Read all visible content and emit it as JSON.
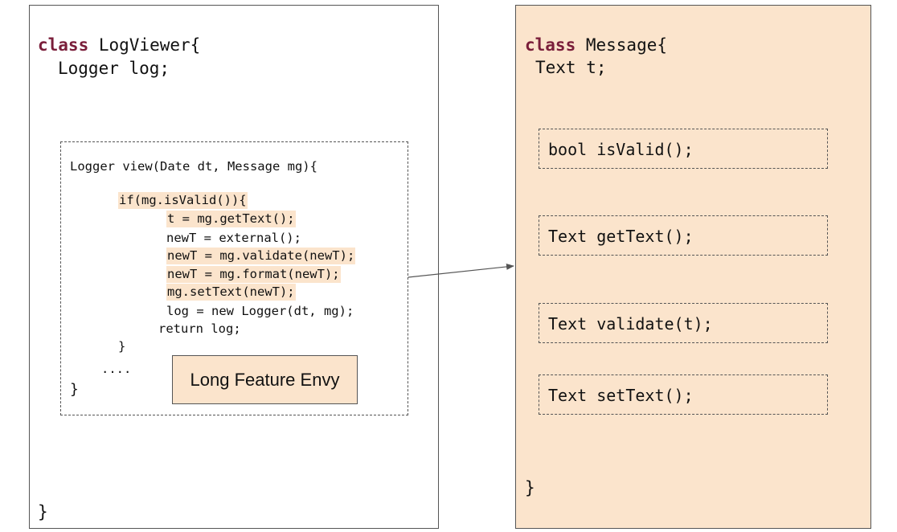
{
  "left_class": {
    "keyword": "class",
    "header_rest": " LogViewer{",
    "field": "Logger log;",
    "close_brace": "}",
    "method": {
      "signature": "Logger view(Date dt, Message mg){",
      "lines": [
        "if(mg.isValid()){",
        "t = mg.getText();",
        "newT = external();",
        "newT = mg.validate(newT);",
        "newT = mg.format(newT);",
        "mg.setText(newT);",
        "log = new Logger(dt, mg);",
        "return log;",
        "}",
        "....",
        "}"
      ]
    }
  },
  "annotation": "Long Feature Envy",
  "right_class": {
    "keyword": "class",
    "header_rest": " Message{",
    "field": "Text t;",
    "methods": [
      "bool isValid();",
      "Text getText();",
      "Text validate(t);",
      "Text setText();"
    ],
    "close_brace": "}"
  },
  "colors": {
    "highlight": "#fbe4cc",
    "keyword": "#7a1e3a",
    "border": "#555555"
  }
}
